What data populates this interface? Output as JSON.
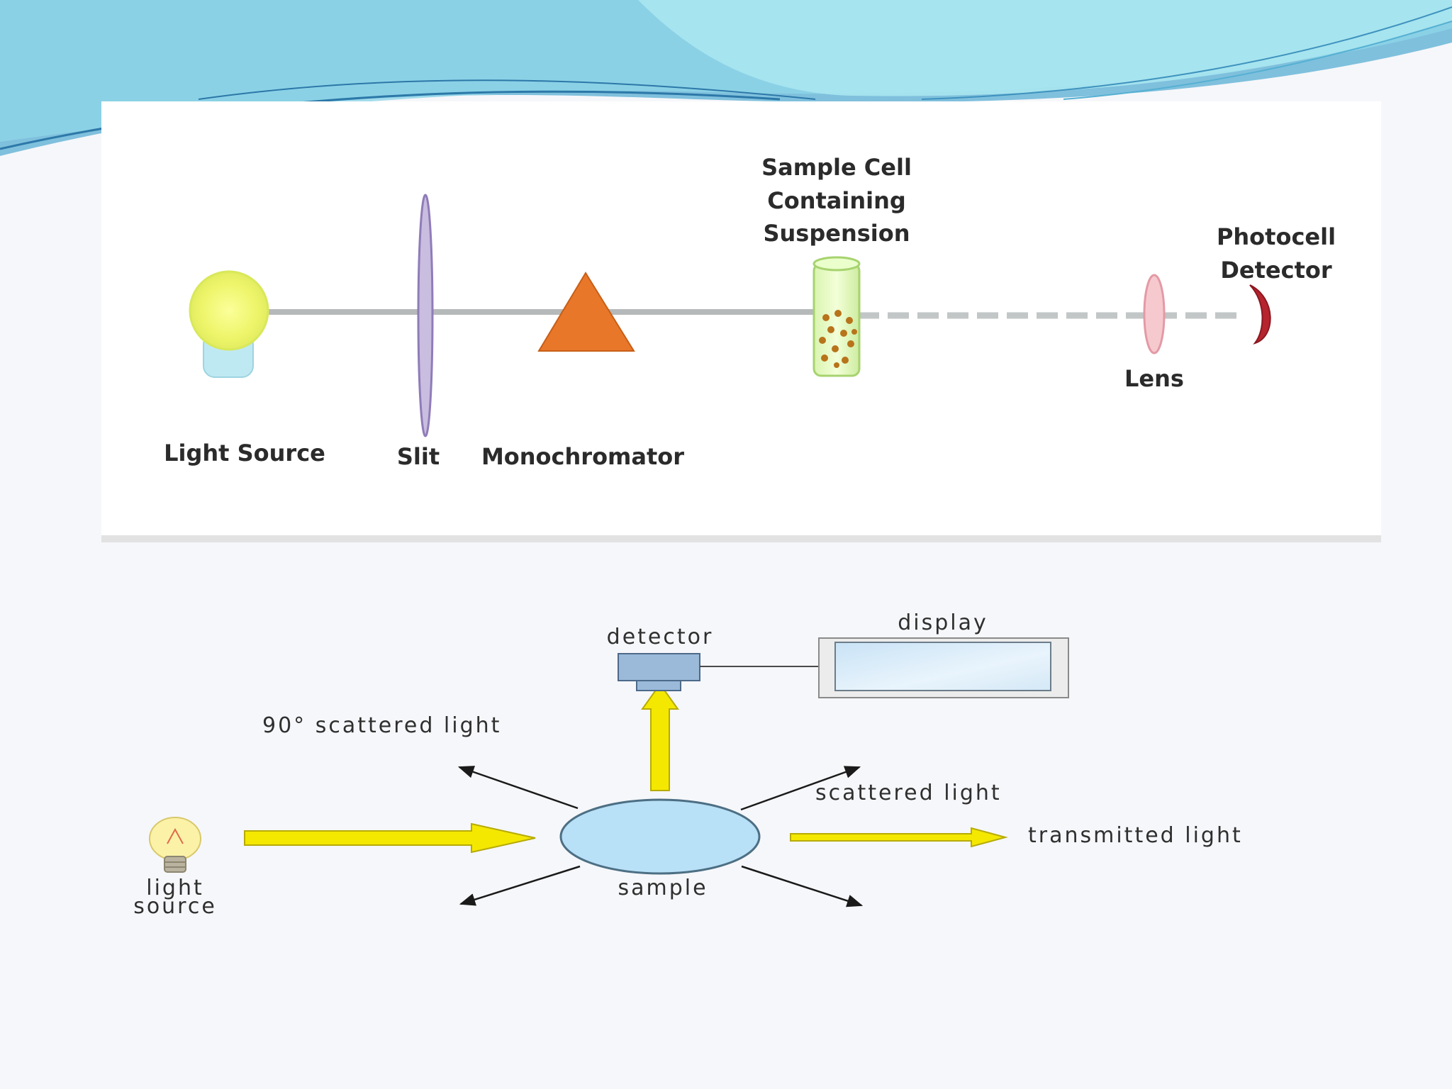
{
  "diagram_top": {
    "labels": {
      "light_source": "Light Source",
      "slit": "Slit",
      "monochromator": "Monochromator",
      "sample_cell_line1": "Sample Cell",
      "sample_cell_line2": "Containing",
      "sample_cell_line3": "Suspension",
      "lens": "Lens",
      "photocell_line1": "Photocell",
      "photocell_line2": "Detector"
    }
  },
  "diagram_bottom": {
    "labels": {
      "detector": "detector",
      "display": "display",
      "scatter_90": "90° scattered light",
      "scattered": "scattered light",
      "transmitted": "transmitted light",
      "sample": "sample",
      "light_source_line1": "light",
      "light_source_line2": "source"
    }
  },
  "colors": {
    "beam_yellow": "#f4e800",
    "sample_blue": "#b8e0f6",
    "prism_orange": "#e8772a",
    "wave_cyan": "#7fd3e6"
  }
}
